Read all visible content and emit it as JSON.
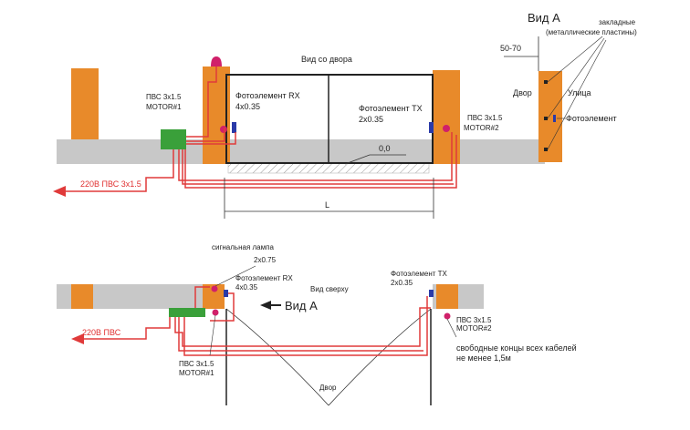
{
  "colors": {
    "brick": "#e88a2a",
    "wall": "#c8c8c8",
    "cable": "#e03a3a",
    "motor": "#3aa03a",
    "photocell": "#2a3aa8",
    "dot": "#d0206a"
  },
  "front": {
    "title": "Вид со двора",
    "rx_title": "Фотоэлемент RX",
    "rx_cable": "4x0.35",
    "tx_title": "Фотоэлемент TX",
    "tx_cable": "2x0.35",
    "motor1_cable": "ПВС 3x1.5",
    "motor1_name": "MOTOR#1",
    "motor2_cable": "ПВС 3x1.5",
    "motor2_name": "MOTOR#2",
    "zero_mark": "0,0",
    "power_label": "220В ПВС 3x1.5",
    "width_label": "L"
  },
  "side": {
    "title": "Вид А",
    "dimension": "50-70",
    "plates_label": "закладные",
    "plates_sub": "(металлические пластины)",
    "yard": "Двор",
    "street": "Улица",
    "photocell": "Фотоэлемент"
  },
  "top": {
    "lamp_title": "сигнальная лампа",
    "lamp_cable": "2x0.75",
    "rx_title": "Фотоэлемент RX",
    "rx_cable": "4x0.35",
    "view_label": "Вид сверху",
    "view_a": "Вид А",
    "tx_title": "Фотоэлемент TX",
    "tx_cable": "2x0.35",
    "motor2_cable": "ПВС 3x1.5",
    "motor2_name": "MOTOR#2",
    "power_label": "220В ПВС",
    "motor1_cable": "ПВС 3x1.5",
    "motor1_name": "MOTOR#1",
    "free_ends": "свободные концы всех кабелей",
    "free_ends_2": "не менее 1,5м",
    "yard": "Двор"
  }
}
